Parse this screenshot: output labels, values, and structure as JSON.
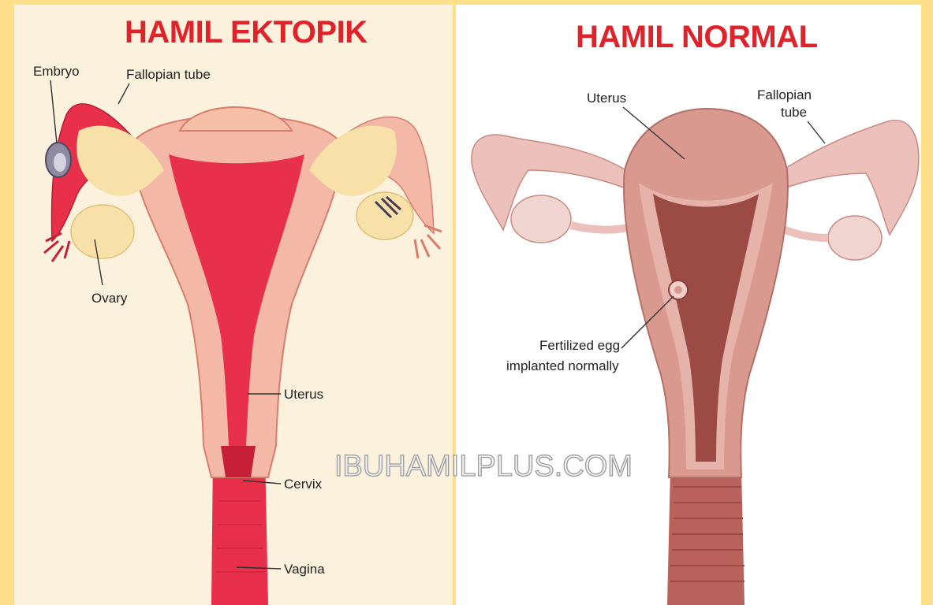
{
  "left": {
    "title": "HAMIL EKTOPIK",
    "labels": {
      "embryo": "Embryo",
      "fallopian_tube": "Fallopian tube",
      "ovary": "Ovary",
      "uterus": "Uterus",
      "cervix": "Cervix",
      "vagina": "Vagina"
    }
  },
  "right": {
    "title": "HAMIL NORMAL",
    "labels": {
      "uterus": "Uterus",
      "fallopian_tube_line1": "Fallopian",
      "fallopian_tube_line2": "tube",
      "fertilized_egg_line1": "Fertilized egg",
      "fertilized_egg_line2": "implanted normally"
    }
  },
  "watermark": "IBUHAMILPLUS.COM",
  "colors": {
    "frame": "#ffe08a",
    "title_red": "#e0232b",
    "ectopic_tissue": "#e8304a",
    "ectopic_wall": "#f4b9a6",
    "ovary_yellow": "#f7e1a8",
    "normal_tissue": "#d9998f",
    "normal_cavity": "#9c4a44"
  }
}
